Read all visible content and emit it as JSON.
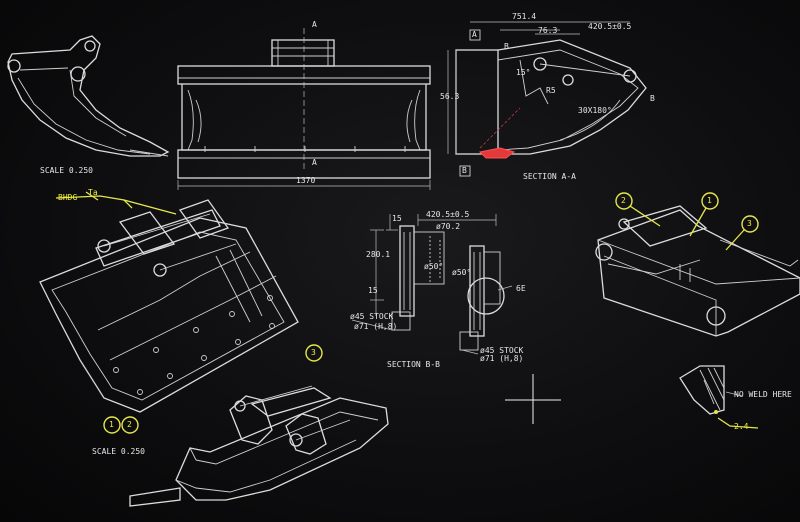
{
  "labels": {
    "scale_top": "SCALE 0.250",
    "scale_bottom": "SCALE 0.250",
    "front_width": "1370",
    "section_a_letter_top": "A",
    "section_a_letter_bottom": "A",
    "section_aa": "SECTION A-A",
    "section_bb": "SECTION B-B",
    "dim_751": "751.4",
    "dim_761": "76.3",
    "dim_420_top": "420.5±0.5",
    "dim_56": "56.3",
    "dim_a_box": "A",
    "dim_b_left": "B",
    "dim_b_right": "B",
    "dim_box_bottom": "B",
    "angle": "15°",
    "dim_r_small": "R5",
    "dim_arc": "30X180°",
    "bb_dim_top": "420.5±0.5",
    "bb_dim_sub": "ø70.2",
    "bb_15_top": "15",
    "bb_15_bottom": "15",
    "bb_2801": "280.1",
    "bb_hole1": "ø50°",
    "bb_hole2": "ø50°",
    "bb_6e": "6E",
    "bb_stock_left": "ø45 STOCK",
    "bb_stock_left_sub": "ø71 (H,8)",
    "bb_stock_right": "ø45 STOCK",
    "bb_stock_right_sub": "ø71 (H,8)",
    "callout_left": "BHDG",
    "callout_left_ref": "Ta",
    "balloon_1": "1",
    "balloon_2": "2",
    "balloon_3": "3",
    "bal_r1": "1",
    "bal_r2": "2",
    "bal_r3": "3",
    "no_weld": "NO WELD HERE",
    "weld_ref": "2.4"
  }
}
